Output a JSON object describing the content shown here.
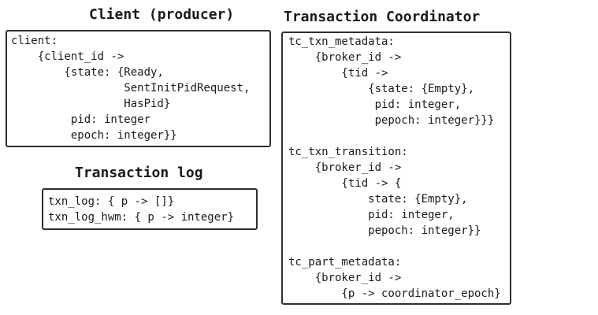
{
  "panels": {
    "client": {
      "title": "Client (producer)",
      "body": "client:\n    {client_id ->\n        {state: {Ready,\n                 SentInitPidRequest,\n                 HasPid}\n         pid: integer\n         epoch: integer}}"
    },
    "transaction_log": {
      "title": "Transaction log",
      "body": "txn_log: { p -> []}\ntxn_log_hwm: { p -> integer}"
    },
    "transaction_coordinator": {
      "title": "Transaction Coordinator",
      "body": "tc_txn_metadata:\n    {broker_id ->\n        {tid ->\n            {state: {Empty},\n             pid: integer,\n             pepoch: integer}}}\n\ntc_txn_transition:\n    {broker_id ->\n        {tid -> {\n            state: {Empty},\n            pid: integer,\n            pepoch: integer}}\n\ntc_part_metadata:\n    {broker_id ->\n        {p -> coordinator_epoch}"
    }
  },
  "colors": {
    "text": "#1a1a1a",
    "border": "#2f2f2f",
    "background": "#ffffff"
  }
}
